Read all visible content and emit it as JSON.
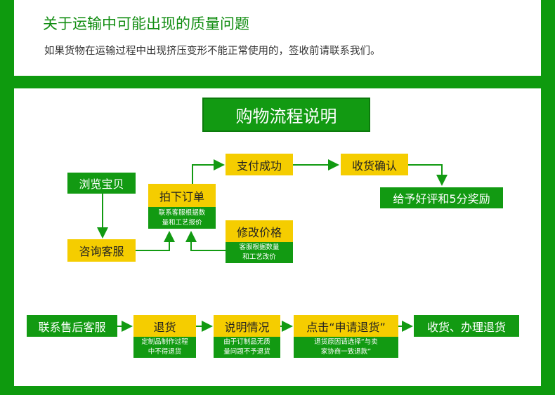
{
  "top": {
    "title": "关于运输中可能出现的质量问题",
    "body": "如果货物在运输过程中出现挤压变形不能正常使用的，签收前请联系我们。"
  },
  "flow": {
    "title": "购物流程说明",
    "browse": "浏览宝贝",
    "consult": "咨询客服",
    "order": "拍下订单",
    "order_note": [
      "联系客服根据数",
      "量和工艺报价"
    ],
    "modify": "修改价格",
    "modify_note": [
      "客服根据数量",
      "和工艺改价"
    ],
    "pay": "支付成功",
    "confirm": "收货确认",
    "review": "给予好评和5分奖励"
  },
  "returns": {
    "contact": "联系售后客服",
    "refund": "退货",
    "refund_note": [
      "定制品制作过程",
      "中不得退货"
    ],
    "explain": "说明情况",
    "explain_note": [
      "由于订制品无质",
      "量问题不予退货"
    ],
    "apply": "点击“申请退货”",
    "apply_note": [
      "退货原因请选择“与卖",
      "家协商一致退款”"
    ],
    "final": "收货、办理退货"
  },
  "colors": {
    "green": "#129a12",
    "yellow": "#f5cd00",
    "background": "#0e9a0e"
  }
}
